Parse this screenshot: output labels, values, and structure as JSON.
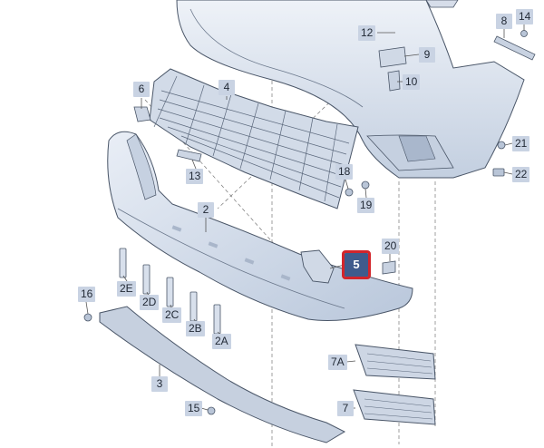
{
  "title": "",
  "colors": {
    "part_fill": "#dfe7f2",
    "part_shade": "#b6c4d8",
    "outline": "#4a5668",
    "leader": "#555555",
    "callout_bg": "#c9d3e3",
    "highlight_bg": "#3f5b8c",
    "highlight_border": "#d3252b"
  },
  "parts": [
    {
      "id": "p1",
      "label": "12"
    },
    {
      "id": "p2",
      "label": "9"
    },
    {
      "id": "p3",
      "label": "10"
    },
    {
      "id": "p4",
      "label": "8"
    },
    {
      "id": "p5",
      "label": "14"
    },
    {
      "id": "p6",
      "label": "6"
    },
    {
      "id": "p7",
      "label": "4"
    },
    {
      "id": "p8",
      "label": "21"
    },
    {
      "id": "p9",
      "label": "22"
    },
    {
      "id": "p10",
      "label": "13"
    },
    {
      "id": "p11",
      "label": "18"
    },
    {
      "id": "p12",
      "label": "19"
    },
    {
      "id": "p13",
      "label": "2"
    },
    {
      "id": "p14",
      "label": "20"
    },
    {
      "id": "p15",
      "label": "5",
      "highlighted": true
    },
    {
      "id": "p16",
      "label": "2E"
    },
    {
      "id": "p17",
      "label": "2D"
    },
    {
      "id": "p18",
      "label": "2C"
    },
    {
      "id": "p19",
      "label": "2B"
    },
    {
      "id": "p20",
      "label": "2A"
    },
    {
      "id": "p21",
      "label": "16"
    },
    {
      "id": "p22",
      "label": "3"
    },
    {
      "id": "p23",
      "label": "7A"
    },
    {
      "id": "p24",
      "label": "7"
    },
    {
      "id": "p25",
      "label": "15"
    }
  ]
}
